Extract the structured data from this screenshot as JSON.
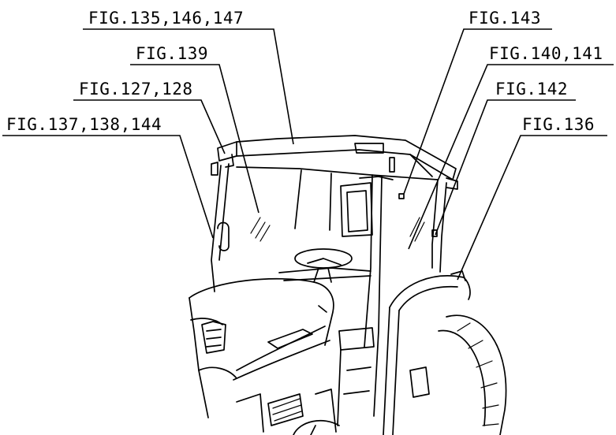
{
  "callouts": [
    {
      "id": "fig-135-146-147",
      "label": "FIG.135,146,147"
    },
    {
      "id": "fig-139",
      "label": "FIG.139"
    },
    {
      "id": "fig-127-128",
      "label": "FIG.127,128"
    },
    {
      "id": "fig-137-138-144",
      "label": "FIG.137,138,144"
    },
    {
      "id": "fig-143",
      "label": "FIG.143"
    },
    {
      "id": "fig-140-141",
      "label": "FIG.140,141"
    },
    {
      "id": "fig-142",
      "label": "FIG.142"
    },
    {
      "id": "fig-136",
      "label": "FIG.136"
    }
  ]
}
